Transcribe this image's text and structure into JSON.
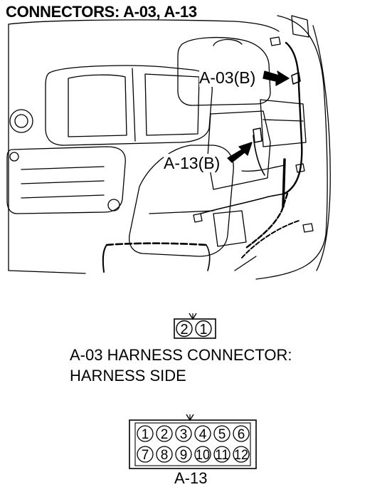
{
  "title": "CONNECTORS: A-03, A-13",
  "callouts": {
    "a03": "A-03(B)",
    "a13": "A-13(B)"
  },
  "a03_connector": {
    "pins": [
      "2",
      "1"
    ],
    "caption_line1": "A-03 HARNESS CONNECTOR:",
    "caption_line2": "HARNESS SIDE"
  },
  "a13_connector": {
    "pins_top": [
      "1",
      "2",
      "3",
      "4",
      "5",
      "6"
    ],
    "pins_bottom": [
      "7",
      "8",
      "9",
      "10",
      "11",
      "12"
    ],
    "label": "A-13"
  }
}
